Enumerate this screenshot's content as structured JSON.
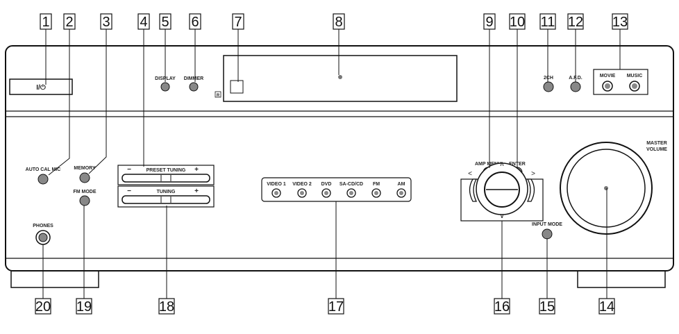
{
  "callouts": [
    "1",
    "2",
    "3",
    "4",
    "5",
    "6",
    "7",
    "8",
    "9",
    "10",
    "11",
    "12",
    "13",
    "14",
    "15",
    "16",
    "17",
    "18",
    "19",
    "20"
  ],
  "labels": {
    "display": "DISPLAY",
    "dimmer": "DIMMER",
    "two_ch": "2CH",
    "afd": "A.F.D.",
    "movie": "MOVIE",
    "music": "MUSIC",
    "auto_cal_mic": "AUTO CAL MIC",
    "memory": "MEMORY",
    "preset_tuning": "PRESET TUNING",
    "tuning": "TUNING",
    "minus": "−",
    "plus": "+",
    "fm_mode": "FM MODE",
    "phones": "PHONES",
    "amp_menu": "AMP MENU",
    "enter": "ENTER",
    "input_mode": "INPUT MODE",
    "master": "MASTER",
    "volume": "VOLUME",
    "power": "I/⏻",
    "arrow_up": "∧",
    "arrow_down": "∨",
    "arrow_left": "<",
    "arrow_right": ">",
    "ir_mark": "R"
  },
  "inputs": [
    "VIDEO 1",
    "VIDEO 2",
    "DVD",
    "SA-CD/CD",
    "FM",
    "AM"
  ],
  "colors": {
    "line": "#111111",
    "panel": "#ffffff",
    "knob": "#9a9a9a"
  }
}
